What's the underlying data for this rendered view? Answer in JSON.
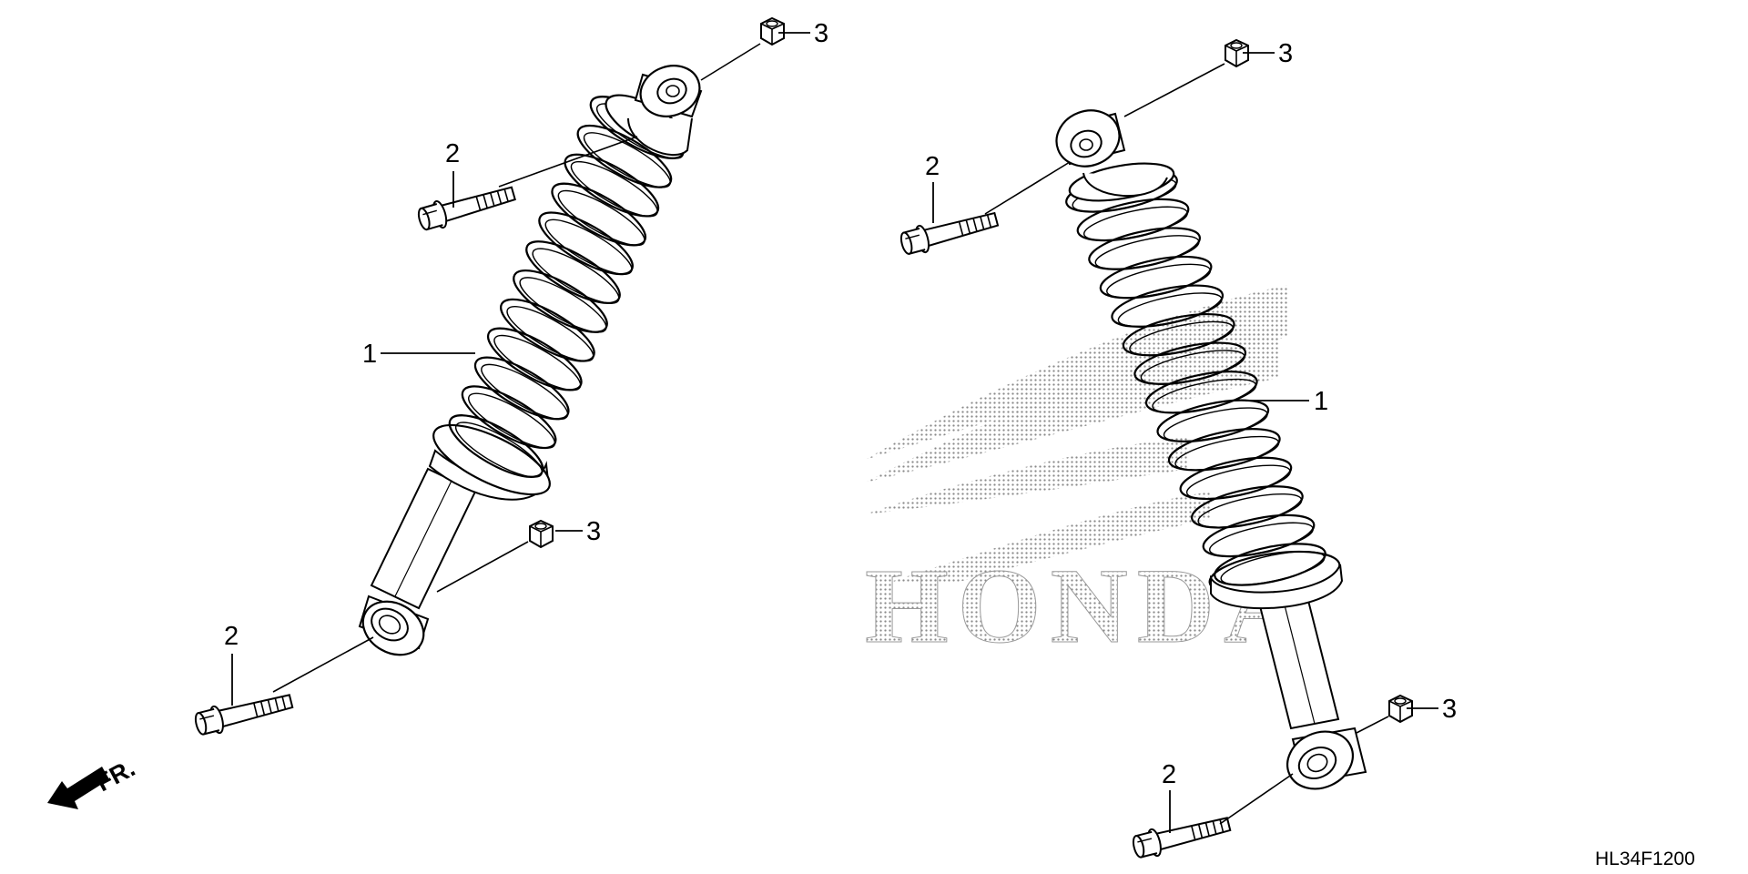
{
  "diagram": {
    "diagram_code": "HL34F1200",
    "watermark_text": "HONDA",
    "front_indicator": "FR.",
    "callouts": {
      "left_shock_label": "1",
      "left_top_bolt_label": "2",
      "left_top_nut_label": "3",
      "left_bottom_bolt_label": "2",
      "left_bottom_nut_label": "3",
      "right_shock_label": "1",
      "right_top_bolt_label": "2",
      "right_top_nut_label": "3",
      "right_bottom_bolt_label": "2",
      "right_bottom_nut_label": "3"
    },
    "colors": {
      "line": "#000000",
      "watermark": "#999999",
      "background": "#ffffff"
    }
  }
}
